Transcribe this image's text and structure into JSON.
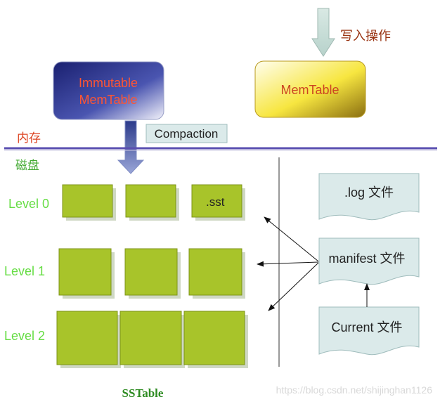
{
  "write_label": "写入操作",
  "memtable_label": "MemTable",
  "immutable_line1": "Immutable",
  "immutable_line2": "MemTable",
  "compaction_label": "Compaction",
  "memory_label": "内存",
  "disk_label": "磁盘",
  "levels": {
    "level0": "Level 0",
    "level1": "Level 1",
    "level2": "Level 2"
  },
  "sst_label": ".sst",
  "files": {
    "log": ".log 文件",
    "manifest": "manifest 文件",
    "current": "Current 文件"
  },
  "sstable_label": "SSTable",
  "watermark": "https://blog.csdn.net/shijinghan1126",
  "colors": {
    "divider": "#5a4fb0",
    "sst_fill": "#a8c42a",
    "file_fill": "#dbeaea",
    "level_text": "#66dd44",
    "memory_text": "#dd4422",
    "disk_text": "#44aa33",
    "sstable_text": "#2e8b22",
    "immutable_text": "#ff5533",
    "memtable_text": "#cc4422",
    "write_text": "#993311"
  }
}
